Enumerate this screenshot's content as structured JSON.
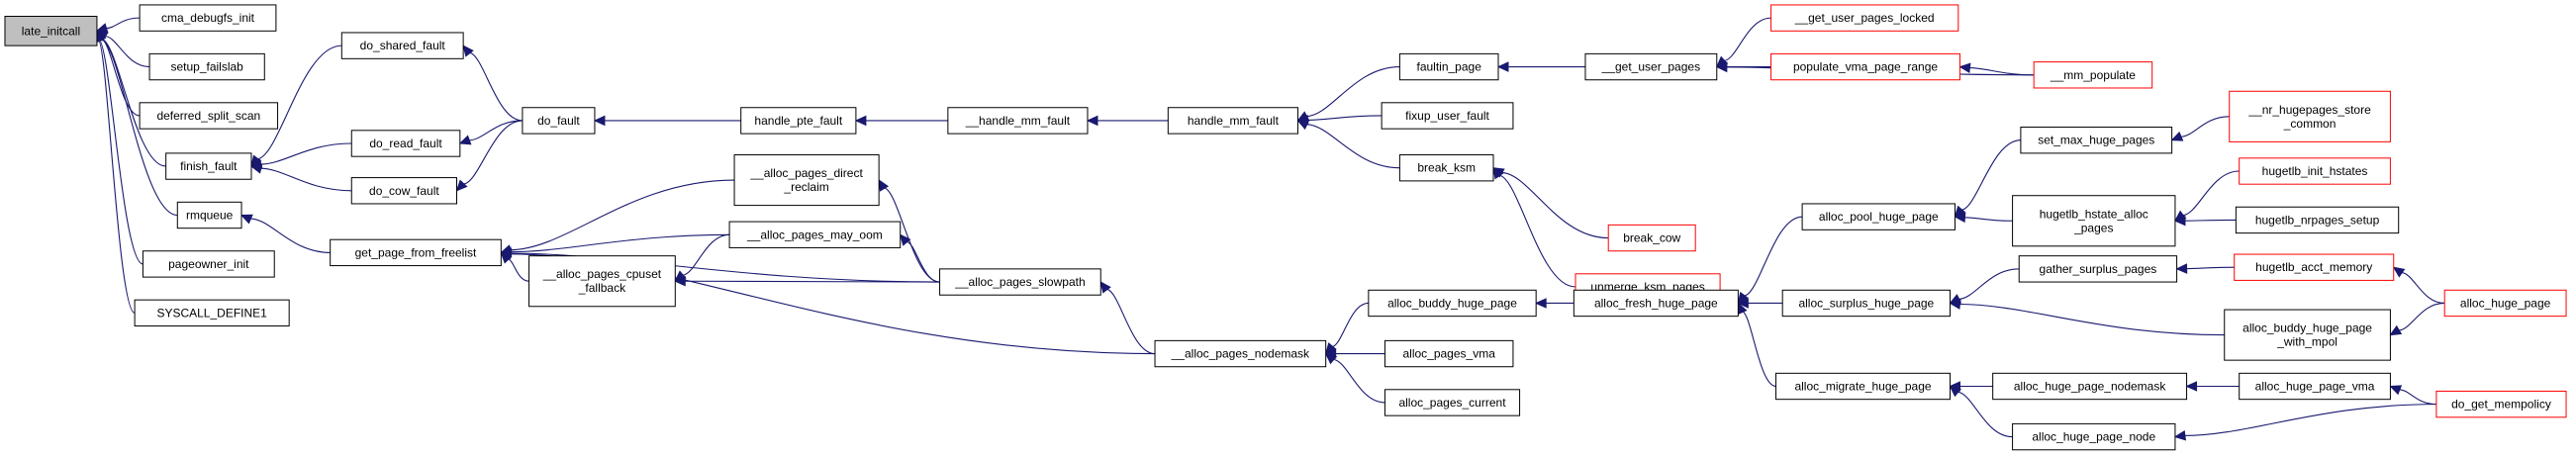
{
  "graph": {
    "colors": {
      "edge": "#191970",
      "node_border": "#000000",
      "truncated_border": "#ff0000",
      "root_fill": "#bfbfbf"
    },
    "nodes": {
      "late_initcall": {
        "lines": [
          "late_initcall"
        ],
        "style": "root"
      },
      "cma_debugfs_init": {
        "lines": [
          "cma_debugfs_init"
        ],
        "style": "normal"
      },
      "setup_failslab": {
        "lines": [
          "setup_failslab"
        ],
        "style": "normal"
      },
      "deferred_split_scan": {
        "lines": [
          "deferred_split_scan"
        ],
        "style": "normal"
      },
      "finish_fault": {
        "lines": [
          "finish_fault"
        ],
        "style": "normal"
      },
      "rmqueue": {
        "lines": [
          "rmqueue"
        ],
        "style": "normal"
      },
      "pageowner_init": {
        "lines": [
          "pageowner_init"
        ],
        "style": "normal"
      },
      "syscall_define1": {
        "lines": [
          "SYSCALL_DEFINE1"
        ],
        "style": "normal"
      },
      "do_shared_fault": {
        "lines": [
          "do_shared_fault"
        ],
        "style": "normal"
      },
      "do_read_fault": {
        "lines": [
          "do_read_fault"
        ],
        "style": "normal"
      },
      "do_cow_fault": {
        "lines": [
          "do_cow_fault"
        ],
        "style": "normal"
      },
      "do_fault": {
        "lines": [
          "do_fault"
        ],
        "style": "normal"
      },
      "handle_pte_fault": {
        "lines": [
          "handle_pte_fault"
        ],
        "style": "normal"
      },
      "__handle_mm_fault": {
        "lines": [
          "__handle_mm_fault"
        ],
        "style": "normal"
      },
      "handle_mm_fault": {
        "lines": [
          "handle_mm_fault"
        ],
        "style": "normal"
      },
      "faultin_page": {
        "lines": [
          "faultin_page"
        ],
        "style": "normal"
      },
      "fixup_user_fault": {
        "lines": [
          "fixup_user_fault"
        ],
        "style": "normal"
      },
      "break_ksm": {
        "lines": [
          "break_ksm"
        ],
        "style": "normal"
      },
      "__get_user_pages": {
        "lines": [
          "__get_user_pages"
        ],
        "style": "normal"
      },
      "get_user_pages_locked": {
        "lines": [
          "__get_user_pages_locked"
        ],
        "style": "truncated"
      },
      "populate_vma_page_range": {
        "lines": [
          "populate_vma_page_range"
        ],
        "style": "truncated"
      },
      "__mm_populate": {
        "lines": [
          "__mm_populate"
        ],
        "style": "truncated"
      },
      "break_cow": {
        "lines": [
          "break_cow"
        ],
        "style": "truncated"
      },
      "unmerge_ksm_pages": {
        "lines": [
          "unmerge_ksm_pages"
        ],
        "style": "truncated"
      },
      "get_page_from_freelist": {
        "lines": [
          "get_page_from_freelist"
        ],
        "style": "normal"
      },
      "__alloc_pages_direct_reclaim": {
        "lines": [
          "__alloc_pages_direct",
          "_reclaim"
        ],
        "style": "normal"
      },
      "__alloc_pages_may_oom": {
        "lines": [
          "__alloc_pages_may_oom"
        ],
        "style": "normal"
      },
      "__alloc_pages_cpuset_fallback": {
        "lines": [
          "__alloc_pages_cpuset",
          "_fallback"
        ],
        "style": "normal"
      },
      "__alloc_pages_slowpath": {
        "lines": [
          "__alloc_pages_slowpath"
        ],
        "style": "normal"
      },
      "__alloc_pages_nodemask": {
        "lines": [
          "__alloc_pages_nodemask"
        ],
        "style": "normal"
      },
      "alloc_buddy_huge_page": {
        "lines": [
          "alloc_buddy_huge_page"
        ],
        "style": "normal"
      },
      "alloc_pages_vma": {
        "lines": [
          "alloc_pages_vma"
        ],
        "style": "normal"
      },
      "alloc_pages_current": {
        "lines": [
          "alloc_pages_current"
        ],
        "style": "normal"
      },
      "alloc_fresh_huge_page": {
        "lines": [
          "alloc_fresh_huge_page"
        ],
        "style": "normal"
      },
      "alloc_pool_huge_page": {
        "lines": [
          "alloc_pool_huge_page"
        ],
        "style": "normal"
      },
      "alloc_surplus_huge_page": {
        "lines": [
          "alloc_surplus_huge_page"
        ],
        "style": "normal"
      },
      "alloc_migrate_huge_page": {
        "lines": [
          "alloc_migrate_huge_page"
        ],
        "style": "normal"
      },
      "set_max_huge_pages": {
        "lines": [
          "set_max_huge_pages"
        ],
        "style": "normal"
      },
      "hugetlb_hstate_alloc_pages": {
        "lines": [
          "hugetlb_hstate_alloc",
          "_pages"
        ],
        "style": "normal"
      },
      "__nr_hugepages_store_common": {
        "lines": [
          "__nr_hugepages_store",
          "_common"
        ],
        "style": "truncated"
      },
      "hugetlb_init_hstates": {
        "lines": [
          "hugetlb_init_hstates"
        ],
        "style": "truncated"
      },
      "hugetlb_nrpages_setup": {
        "lines": [
          "hugetlb_nrpages_setup"
        ],
        "style": "normal"
      },
      "gather_surplus_pages": {
        "lines": [
          "gather_surplus_pages"
        ],
        "style": "normal"
      },
      "hugetlb_acct_memory": {
        "lines": [
          "hugetlb_acct_memory"
        ],
        "style": "truncated"
      },
      "alloc_huge_page": {
        "lines": [
          "alloc_huge_page"
        ],
        "style": "truncated"
      },
      "alloc_buddy_huge_page_with_mpol": {
        "lines": [
          "alloc_buddy_huge_page",
          "_with_mpol"
        ],
        "style": "normal"
      },
      "alloc_huge_page_nodemask": {
        "lines": [
          "alloc_huge_page_nodemask"
        ],
        "style": "normal"
      },
      "alloc_huge_page_node": {
        "lines": [
          "alloc_huge_page_node"
        ],
        "style": "normal"
      },
      "alloc_huge_page_vma": {
        "lines": [
          "alloc_huge_page_vma"
        ],
        "style": "normal"
      },
      "do_get_mempolicy": {
        "lines": [
          "do_get_mempolicy"
        ],
        "style": "truncated"
      }
    },
    "edges": [
      [
        "cma_debugfs_init",
        "late_initcall"
      ],
      [
        "setup_failslab",
        "late_initcall"
      ],
      [
        "deferred_split_scan",
        "late_initcall"
      ],
      [
        "finish_fault",
        "late_initcall"
      ],
      [
        "rmqueue",
        "late_initcall"
      ],
      [
        "pageowner_init",
        "late_initcall"
      ],
      [
        "syscall_define1",
        "late_initcall"
      ],
      [
        "do_shared_fault",
        "finish_fault"
      ],
      [
        "do_read_fault",
        "finish_fault"
      ],
      [
        "do_cow_fault",
        "finish_fault"
      ],
      [
        "do_fault",
        "do_shared_fault"
      ],
      [
        "do_fault",
        "do_read_fault"
      ],
      [
        "do_fault",
        "do_cow_fault"
      ],
      [
        "handle_pte_fault",
        "do_fault"
      ],
      [
        "__handle_mm_fault",
        "handle_pte_fault"
      ],
      [
        "handle_mm_fault",
        "__handle_mm_fault"
      ],
      [
        "faultin_page",
        "handle_mm_fault"
      ],
      [
        "fixup_user_fault",
        "handle_mm_fault"
      ],
      [
        "break_ksm",
        "handle_mm_fault"
      ],
      [
        "__get_user_pages",
        "faultin_page"
      ],
      [
        "get_user_pages_locked",
        "__get_user_pages"
      ],
      [
        "populate_vma_page_range",
        "__get_user_pages"
      ],
      [
        "__mm_populate",
        "__get_user_pages"
      ],
      [
        "__mm_populate",
        "populate_vma_page_range"
      ],
      [
        "break_cow",
        "break_ksm"
      ],
      [
        "unmerge_ksm_pages",
        "break_ksm"
      ],
      [
        "get_page_from_freelist",
        "rmqueue"
      ],
      [
        "__alloc_pages_direct_reclaim",
        "get_page_from_freelist"
      ],
      [
        "__alloc_pages_may_oom",
        "get_page_from_freelist"
      ],
      [
        "__alloc_pages_cpuset_fallback",
        "get_page_from_freelist"
      ],
      [
        "__alloc_pages_slowpath",
        "get_page_from_freelist"
      ],
      [
        "__alloc_pages_nodemask",
        "get_page_from_freelist"
      ],
      [
        "__alloc_pages_slowpath",
        "__alloc_pages_direct_reclaim"
      ],
      [
        "__alloc_pages_slowpath",
        "__alloc_pages_may_oom"
      ],
      [
        "__alloc_pages_may_oom",
        "__alloc_pages_cpuset_fallback"
      ],
      [
        "__alloc_pages_slowpath",
        "__alloc_pages_cpuset_fallback"
      ],
      [
        "__alloc_pages_nodemask",
        "__alloc_pages_slowpath"
      ],
      [
        "alloc_buddy_huge_page",
        "__alloc_pages_nodemask"
      ],
      [
        "alloc_pages_vma",
        "__alloc_pages_nodemask"
      ],
      [
        "alloc_pages_current",
        "__alloc_pages_nodemask"
      ],
      [
        "alloc_fresh_huge_page",
        "alloc_buddy_huge_page"
      ],
      [
        "alloc_pool_huge_page",
        "alloc_fresh_huge_page"
      ],
      [
        "alloc_surplus_huge_page",
        "alloc_fresh_huge_page"
      ],
      [
        "alloc_migrate_huge_page",
        "alloc_fresh_huge_page"
      ],
      [
        "set_max_huge_pages",
        "alloc_pool_huge_page"
      ],
      [
        "hugetlb_hstate_alloc_pages",
        "alloc_pool_huge_page"
      ],
      [
        "__nr_hugepages_store_common",
        "set_max_huge_pages"
      ],
      [
        "hugetlb_init_hstates",
        "hugetlb_hstate_alloc_pages"
      ],
      [
        "hugetlb_nrpages_setup",
        "hugetlb_hstate_alloc_pages"
      ],
      [
        "gather_surplus_pages",
        "alloc_surplus_huge_page"
      ],
      [
        "alloc_buddy_huge_page_with_mpol",
        "alloc_surplus_huge_page"
      ],
      [
        "hugetlb_acct_memory",
        "gather_surplus_pages"
      ],
      [
        "alloc_huge_page",
        "hugetlb_acct_memory"
      ],
      [
        "alloc_huge_page",
        "alloc_buddy_huge_page_with_mpol"
      ],
      [
        "alloc_huge_page_nodemask",
        "alloc_migrate_huge_page"
      ],
      [
        "alloc_huge_page_node",
        "alloc_migrate_huge_page"
      ],
      [
        "alloc_huge_page_vma",
        "alloc_huge_page_nodemask"
      ],
      [
        "do_get_mempolicy",
        "alloc_huge_page_vma"
      ],
      [
        "do_get_mempolicy",
        "alloc_huge_page_node"
      ]
    ]
  }
}
